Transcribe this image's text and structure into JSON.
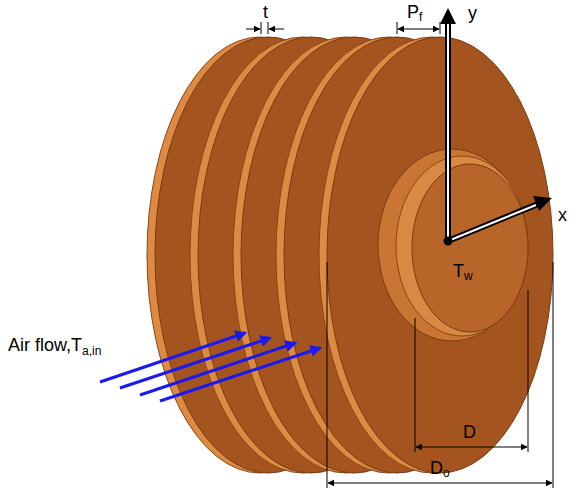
{
  "diagram": {
    "labels": [
      "t",
      "P",
      "f",
      "y",
      "x",
      "Air flow,T",
      "a,in",
      "T",
      "w",
      "D",
      "D",
      "o"
    ]
  }
}
